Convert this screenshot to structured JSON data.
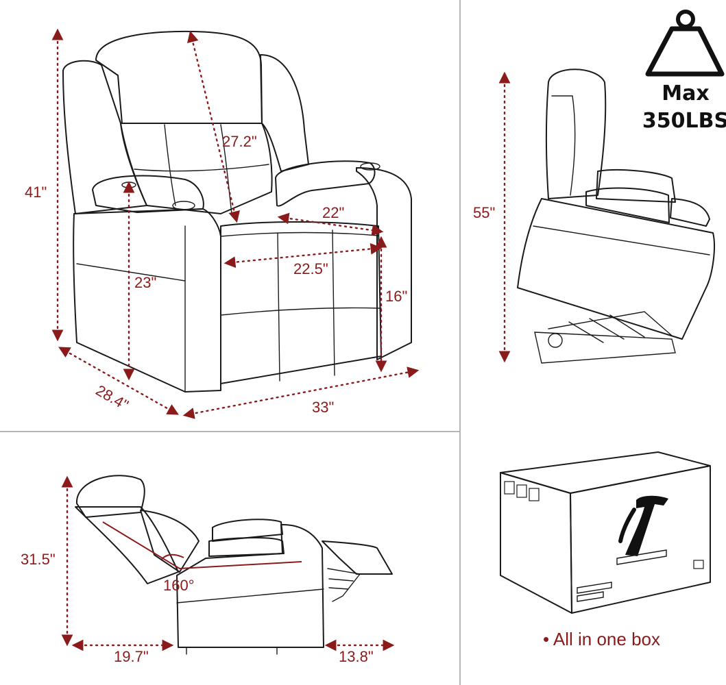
{
  "front_view": {
    "height": "41\"",
    "back_height": "27.2\"",
    "seat_depth": "22\"",
    "seat_width": "22.5\"",
    "arm_height": "23\"",
    "seat_height": "16\"",
    "depth": "28.4\"",
    "width": "33\""
  },
  "lift_view": {
    "height": "55\""
  },
  "capacity": {
    "line1": "Max",
    "line2": "350LBS",
    "icon": "weight-icon"
  },
  "recline_view": {
    "height": "31.5\"",
    "angle": "160°",
    "clearance_back": "19.7\"",
    "clearance_front": "13.8\""
  },
  "packaging": {
    "note": "• All in one box",
    "box_icon": "package-box-icon"
  },
  "colors": {
    "dimension": "#8b1a1a",
    "line": "#1a1a1a",
    "divider": "#b5b5b5"
  }
}
